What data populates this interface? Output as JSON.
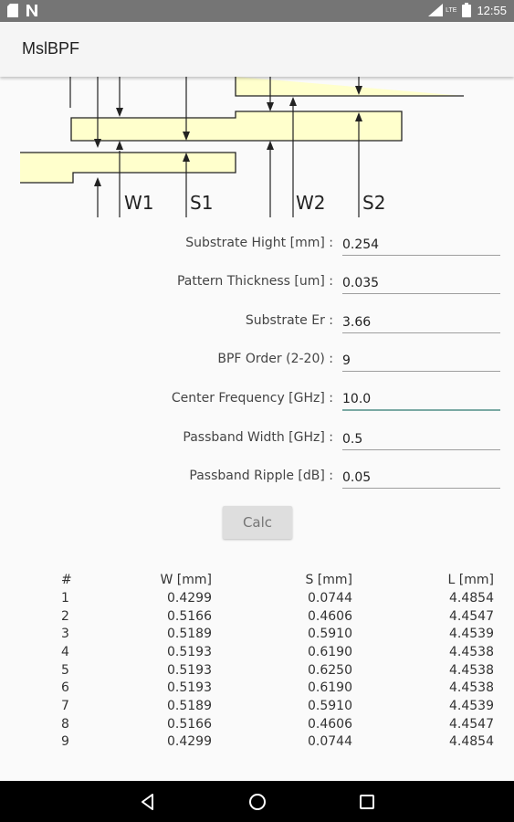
{
  "status_bar": {
    "time": "12:55",
    "lte_label": "LTE"
  },
  "app_bar": {
    "title": "MslBPF"
  },
  "diagram": {
    "labels": [
      "W1",
      "S1",
      "W2",
      "S2"
    ]
  },
  "form": {
    "fields": [
      {
        "label": "Substrate Hight [mm] :",
        "value": "0.254"
      },
      {
        "label": "Pattern Thickness [um] :",
        "value": "0.035"
      },
      {
        "label": "Substrate Er :",
        "value": "3.66"
      },
      {
        "label": "BPF Order (2-20) :",
        "value": "9"
      },
      {
        "label": "Center Frequency [GHz] :",
        "value": "10.0"
      },
      {
        "label": "Passband Width [GHz] :",
        "value": "0.5"
      },
      {
        "label": "Passband Ripple [dB] :",
        "value": "0.05"
      }
    ],
    "calc_label": "Calc"
  },
  "results": {
    "headers": [
      "#",
      "W [mm]",
      "S [mm]",
      "L [mm]"
    ],
    "rows": [
      [
        "1",
        "0.4299",
        "0.0744",
        "4.4854"
      ],
      [
        "2",
        "0.5166",
        "0.4606",
        "4.4547"
      ],
      [
        "3",
        "0.5189",
        "0.5910",
        "4.4539"
      ],
      [
        "4",
        "0.5193",
        "0.6190",
        "4.4538"
      ],
      [
        "5",
        "0.5193",
        "0.6250",
        "4.4538"
      ],
      [
        "6",
        "0.5193",
        "0.6190",
        "4.4538"
      ],
      [
        "7",
        "0.5189",
        "0.5910",
        "4.4539"
      ],
      [
        "8",
        "0.5166",
        "0.4606",
        "4.4547"
      ],
      [
        "9",
        "0.4299",
        "0.0744",
        "4.4854"
      ]
    ]
  },
  "colors": {
    "strip_fill": "#ffffcc",
    "focus_underline": "#7aa9a3"
  }
}
